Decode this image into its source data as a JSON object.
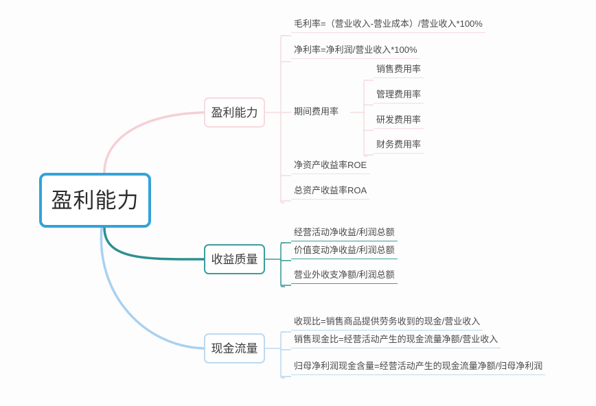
{
  "root": {
    "label": "盈利能力",
    "border_color": "#32a3d8"
  },
  "branches": [
    {
      "id": "profitability",
      "label": "盈利能力",
      "color": "#f7dbdf",
      "children": [
        {
          "label": "毛利率=（营业收入-营业成本）/营业收入*100%"
        },
        {
          "label": "净利率=净利润/营业收入*100%"
        },
        {
          "label": "期间费用率",
          "children": [
            {
              "label": "销售费用率"
            },
            {
              "label": "管理费用率"
            },
            {
              "label": "研发费用率"
            },
            {
              "label": "财务费用率"
            }
          ]
        },
        {
          "label": "净资产收益率ROE"
        },
        {
          "label": "总资产收益率ROA"
        }
      ]
    },
    {
      "id": "earnings-quality",
      "label": "收益质量",
      "color": "#3c9c9c",
      "children": [
        {
          "label": "经营活动净收益/利润总额"
        },
        {
          "label": "价值变动净收益/利润总额"
        },
        {
          "label": "营业外收支净额/利润总额"
        }
      ]
    },
    {
      "id": "cash-flow",
      "label": "现金流量",
      "color": "#bcd9f0",
      "children": [
        {
          "label": "收现比=销售商品提供劳务收到的现金/营业收入"
        },
        {
          "label": "销售现金比=经营活动产生的现金流量净额/营业收入"
        },
        {
          "label": "归母净利润现金含量=经营活动产生的现金流量净额/归母净利润"
        }
      ]
    }
  ],
  "chart_data": {
    "type": "diagram",
    "diagram_type": "mindmap",
    "title": "盈利能力",
    "nodes": [
      {
        "id": "root",
        "label": "盈利能力",
        "level": 0,
        "parent": null,
        "color": "#32a3d8"
      },
      {
        "id": "b1",
        "label": "盈利能力",
        "level": 1,
        "parent": "root",
        "color": "#f7dbdf"
      },
      {
        "id": "b1c1",
        "label": "毛利率=（营业收入-营业成本）/营业收入*100%",
        "level": 2,
        "parent": "b1"
      },
      {
        "id": "b1c2",
        "label": "净利率=净利润/营业收入*100%",
        "level": 2,
        "parent": "b1"
      },
      {
        "id": "b1c3",
        "label": "期间费用率",
        "level": 2,
        "parent": "b1"
      },
      {
        "id": "b1c3a",
        "label": "销售费用率",
        "level": 3,
        "parent": "b1c3"
      },
      {
        "id": "b1c3b",
        "label": "管理费用率",
        "level": 3,
        "parent": "b1c3"
      },
      {
        "id": "b1c3c",
        "label": "研发费用率",
        "level": 3,
        "parent": "b1c3"
      },
      {
        "id": "b1c3d",
        "label": "财务费用率",
        "level": 3,
        "parent": "b1c3"
      },
      {
        "id": "b1c4",
        "label": "净资产收益率ROE",
        "level": 2,
        "parent": "b1"
      },
      {
        "id": "b1c5",
        "label": "总资产收益率ROA",
        "level": 2,
        "parent": "b1"
      },
      {
        "id": "b2",
        "label": "收益质量",
        "level": 1,
        "parent": "root",
        "color": "#3c9c9c"
      },
      {
        "id": "b2c1",
        "label": "经营活动净收益/利润总额",
        "level": 2,
        "parent": "b2"
      },
      {
        "id": "b2c2",
        "label": "价值变动净收益/利润总额",
        "level": 2,
        "parent": "b2"
      },
      {
        "id": "b2c3",
        "label": "营业外收支净额/利润总额",
        "level": 2,
        "parent": "b2"
      },
      {
        "id": "b3",
        "label": "现金流量",
        "level": 1,
        "parent": "root",
        "color": "#bcd9f0"
      },
      {
        "id": "b3c1",
        "label": "收现比=销售商品提供劳务收到的现金/营业收入",
        "level": 2,
        "parent": "b3"
      },
      {
        "id": "b3c2",
        "label": "销售现金比=经营活动产生的现金流量净额/营业收入",
        "level": 2,
        "parent": "b3"
      },
      {
        "id": "b3c3",
        "label": "归母净利润现金含量=经营活动产生的现金流量净额/归母净利润",
        "level": 2,
        "parent": "b3"
      }
    ]
  }
}
